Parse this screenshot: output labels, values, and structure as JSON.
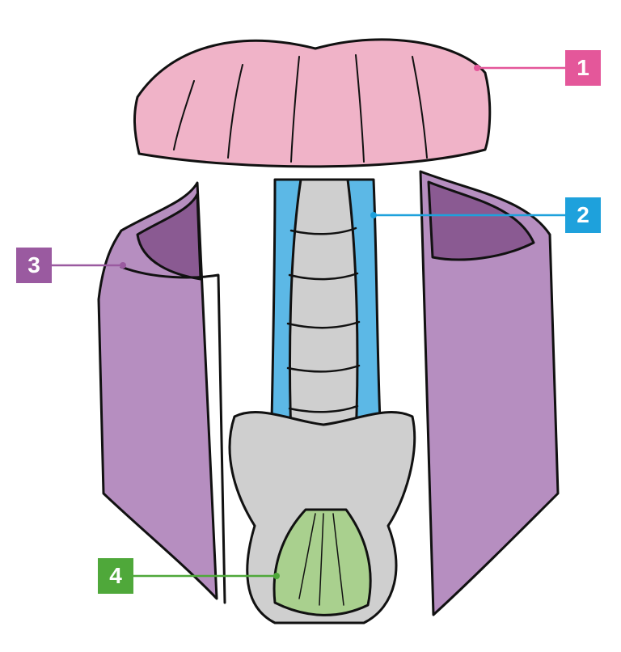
{
  "labels": [
    {
      "number": "1",
      "color": "#e4579a"
    },
    {
      "number": "2",
      "color": "#1ea1dc"
    },
    {
      "number": "3",
      "color": "#9a5aa0"
    },
    {
      "number": "4",
      "color": "#4fa83a"
    }
  ],
  "colors": {
    "diaphragm": "#f0b3c8",
    "multifidus": "#5cb8e6",
    "transversus": "#b68ec0",
    "transversus_dark": "#8a5a92",
    "pelvic_floor": "#a9d08e",
    "bone": "#cfcfcf"
  }
}
